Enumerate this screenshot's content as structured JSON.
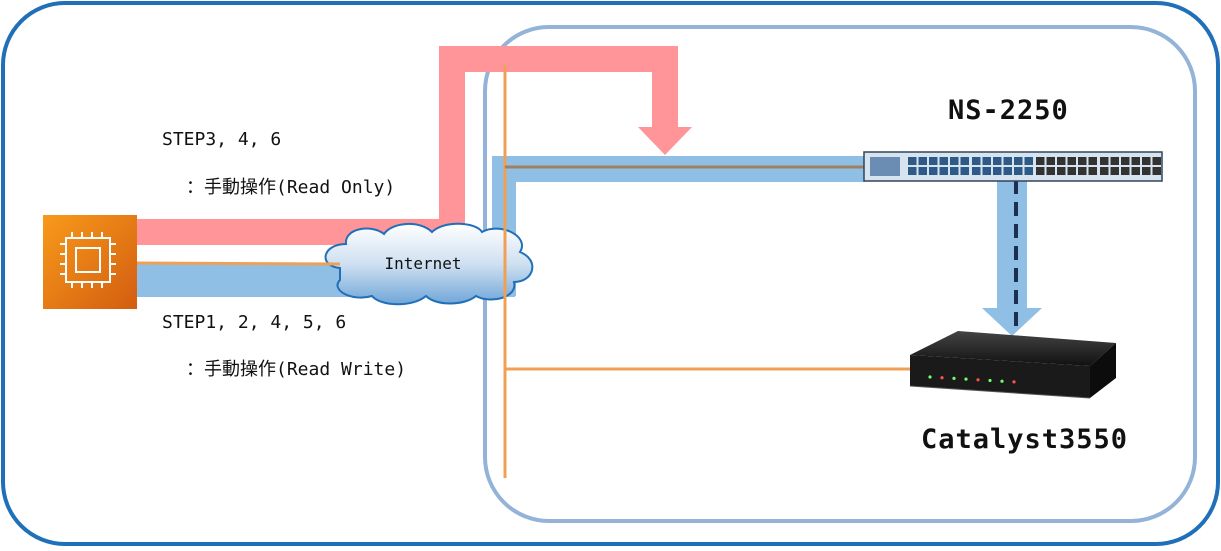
{
  "diagram": {
    "internet_label": "Internet",
    "step_read_only": {
      "steps": "STEP3, 4, 6",
      "mode": "：手動操作(Read Only)"
    },
    "step_read_write": {
      "steps": "STEP1, 2, 4, 5, 6",
      "mode": "：手動操作(Read Write)"
    },
    "switch_name": "NS-2250",
    "router_name": "Catalyst3550",
    "colors": {
      "outer_border": "#1f6fb9",
      "inner_border": "#93b3d8",
      "read_only_path": "#ff9599",
      "read_write_path": "#8fbfe4",
      "console_line": "#f0a055",
      "ec2_icon_top": "#f89a1b",
      "ec2_icon_bottom": "#d35d10"
    }
  }
}
